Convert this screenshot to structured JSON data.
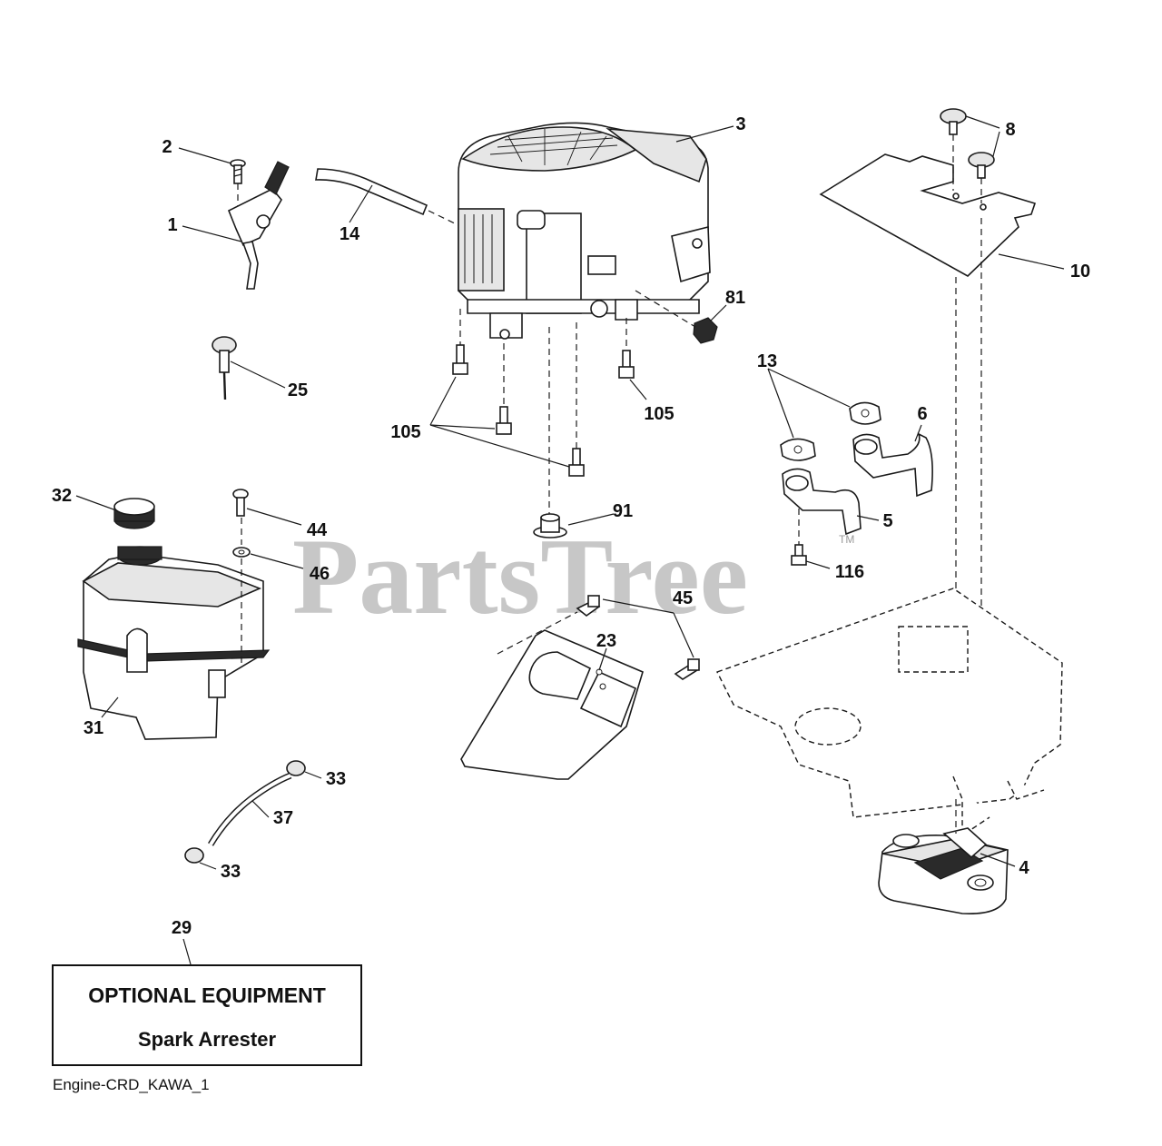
{
  "watermark": {
    "text": "PartsTree",
    "tm": "TM"
  },
  "callouts": {
    "c1": "1",
    "c2": "2",
    "c3": "3",
    "c4": "4",
    "c5": "5",
    "c6": "6",
    "c8": "8",
    "c10": "10",
    "c13": "13",
    "c14": "14",
    "c23": "23",
    "c25": "25",
    "c29": "29",
    "c31": "31",
    "c32": "32",
    "c33a": "33",
    "c33b": "33",
    "c37": "37",
    "c44": "44",
    "c45": "45",
    "c46": "46",
    "c81": "81",
    "c91": "91",
    "c105a": "105",
    "c105b": "105",
    "c116": "116"
  },
  "optional_box": {
    "line1": "OPTIONAL EQUIPMENT",
    "line2": "Spark Arrester"
  },
  "diagram_code": "Engine-CRD_KAWA_1"
}
